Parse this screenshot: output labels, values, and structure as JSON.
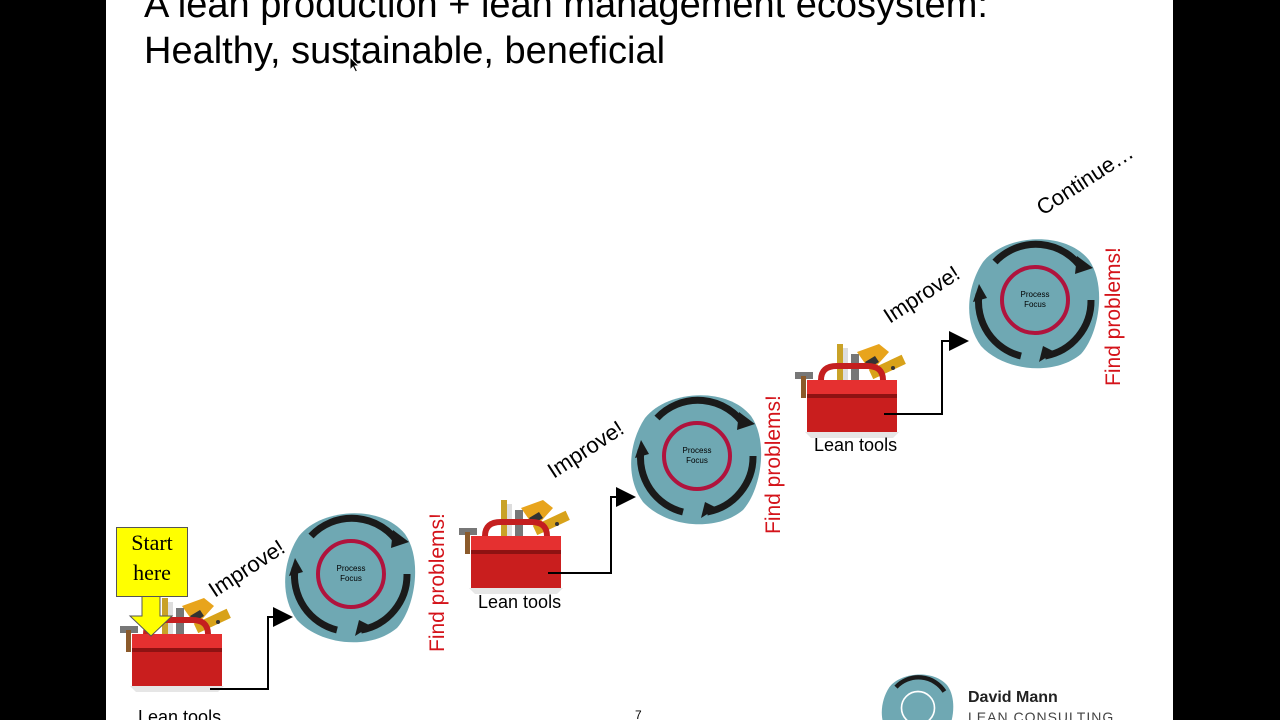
{
  "slide": {
    "title_line1": "A lean production + lean management ecosystem:",
    "title_line2": "Healthy, sustainable, beneficial",
    "start_line1": "Start",
    "start_line2": "here",
    "improve": "Improve!",
    "find": "Find problems!",
    "lean_tools": "Lean tools",
    "continue": "Continue…",
    "process_focus_line1": "Process",
    "process_focus_line2": "Focus",
    "page_number": "7"
  },
  "logo": {
    "name": "David Mann",
    "subtitle": "LEAN CONSULTING"
  },
  "colors": {
    "slide_background": "#ffffff",
    "side_background": "#000000",
    "teal_blob": "#6fa8b3",
    "ring_red": "#b0133d",
    "find_red": "#d4131a",
    "start_yellow": "#ffff00",
    "toolbox_red": "#d92b2b"
  },
  "icons": {
    "cursor": "mouse-pointer-icon",
    "toolbox": "toolbox-icon",
    "cycle": "pdca-cycle-icon",
    "arrow": "yellow-down-arrow-icon"
  }
}
